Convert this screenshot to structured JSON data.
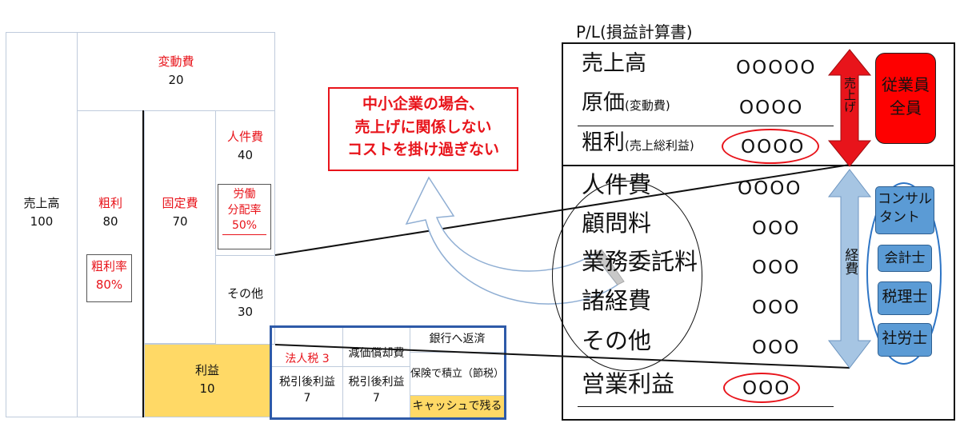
{
  "left": {
    "sales": {
      "label": "売上高",
      "value": "100"
    },
    "variable": {
      "label": "変動費",
      "value": "20"
    },
    "gross": {
      "label": "粗利",
      "value": "80"
    },
    "gross_rate": {
      "label": "粗利率",
      "value": "80%"
    },
    "fixed": {
      "label": "固定費",
      "value": "70"
    },
    "labor": {
      "label": "人件費",
      "value": "40"
    },
    "labor_share": {
      "line1": "労働",
      "line2": "分配率",
      "value": "50%"
    },
    "other": {
      "label": "その他",
      "value": "30"
    },
    "profit": {
      "label": "利益",
      "value": "10"
    }
  },
  "profit_breakdown": {
    "tax": "法人税 3",
    "after_tax_1": {
      "label": "税引後利益",
      "value": "7"
    },
    "depreciation": "減価償却費",
    "after_tax_2": {
      "label": "税引後利益",
      "value": "7"
    },
    "repay": "銀行へ返済",
    "insurance": "保険で積立（節税）",
    "cash": "キャッシュで残る"
  },
  "callout": {
    "line1": "中小企業の場合、",
    "line2": "売上げに関係しない",
    "line3": "コストを掛け過ぎない"
  },
  "pl": {
    "title": "P/L(損益計算書)",
    "rows": [
      {
        "label": "売上高",
        "sub": "",
        "value": "OOOOO"
      },
      {
        "label": "原価",
        "sub": "(変動費)",
        "value": "OOOO"
      },
      {
        "label": "粗利",
        "sub": "(売上総利益)",
        "value": "OOOO"
      },
      {
        "label": "人件費",
        "sub": "",
        "value": "OOOO"
      },
      {
        "label": "顧問料",
        "sub": "",
        "value": "OOO"
      },
      {
        "label": "業務委託料",
        "sub": "",
        "value": "OOO"
      },
      {
        "label": "諸経費",
        "sub": "",
        "value": "OOO"
      },
      {
        "label": "その他",
        "sub": "",
        "value": "OOO"
      },
      {
        "label": "営業利益",
        "sub": "",
        "value": "OOO"
      }
    ]
  },
  "right": {
    "sales_arrow": "売上げ",
    "employees": {
      "line1": "従業員",
      "line2": "全員"
    },
    "expense_arrow": "経費",
    "advisors": [
      {
        "line1": "コンサル",
        "line2": "タント"
      },
      {
        "line1": "会計士",
        "line2": ""
      },
      {
        "line1": "税理士",
        "line2": ""
      },
      {
        "line1": "社労士",
        "line2": ""
      }
    ]
  },
  "colors": {
    "red": "#e8141b",
    "profit_fill": "#ffd966",
    "blue_frame": "#2e5aa8",
    "arrow_blue": "#a6c5e3",
    "pill_blue": "#5b9bd5"
  }
}
